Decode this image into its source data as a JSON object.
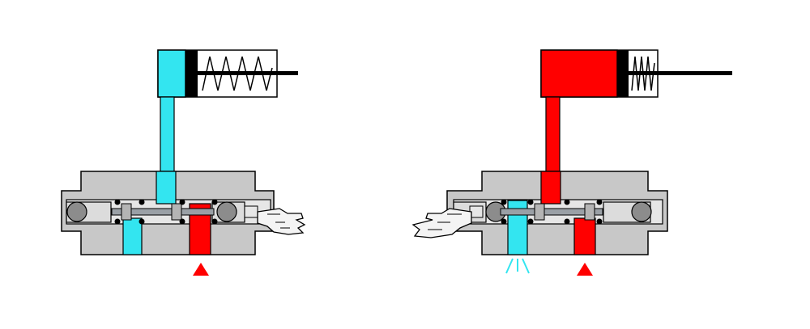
{
  "diagram": {
    "panels": [
      {
        "state": "released",
        "cylinder_fill": "cyan",
        "spring": "extended",
        "actuator_side": "right"
      },
      {
        "state": "actuated",
        "cylinder_fill": "red",
        "spring": "compressed",
        "actuator_side": "left"
      }
    ]
  },
  "colors": {
    "exhaust": "#33e5f0",
    "pressure": "#ff0000",
    "body": "#c8c8c8",
    "outline": "#000000",
    "background": "#ffffff"
  },
  "icons": [
    "pointing-hand-icon",
    "pressure-supply-arrow-icon",
    "exhaust-flow-icon",
    "return-spring-icon"
  ]
}
